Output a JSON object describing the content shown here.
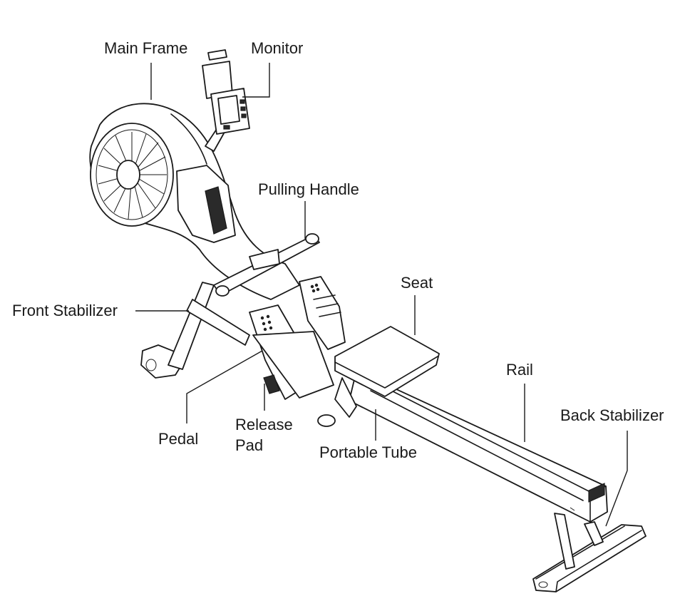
{
  "labels": {
    "main_frame": "Main Frame",
    "monitor": "Monitor",
    "pulling_handle": "Pulling Handle",
    "seat": "Seat",
    "front_stabilizer": "Front Stabilizer",
    "rail": "Rail",
    "back_stabilizer": "Back Stabilizer",
    "pedal": "Pedal",
    "release_line1": "Release",
    "release_line2": "Pad",
    "portable_tube": "Portable Tube"
  },
  "colors": {
    "line": "#1a1a1a",
    "background": "#ffffff"
  }
}
